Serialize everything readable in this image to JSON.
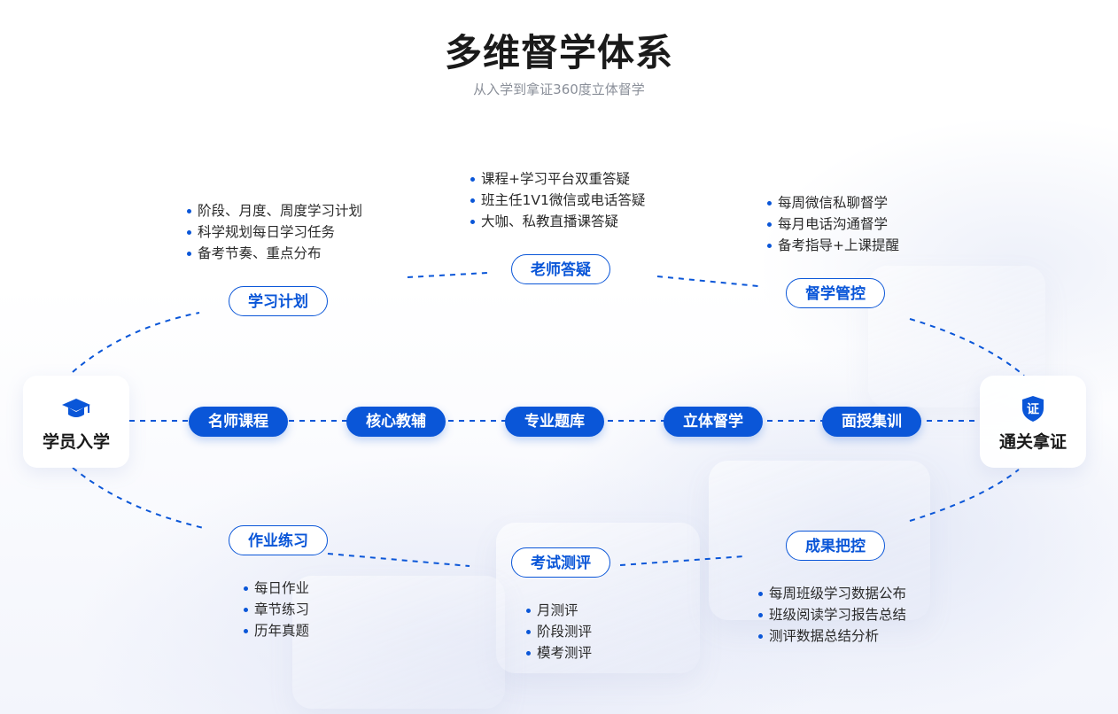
{
  "header": {
    "title": "多维督学体系",
    "subtitle": "从入学到拿证360度立体督学"
  },
  "start_node": {
    "label": "学员入学",
    "icon": "graduation-cap-icon"
  },
  "end_node": {
    "label": "通关拿证",
    "icon": "certificate-shield-icon",
    "icon_text": "证"
  },
  "core_steps": [
    "名师课程",
    "核心教辅",
    "专业题库",
    "立体督学",
    "面授集训"
  ],
  "top_branches": [
    {
      "label": "学习计划",
      "items": [
        "阶段、月度、周度学习计划",
        "科学规划每日学习任务",
        "备考节奏、重点分布"
      ]
    },
    {
      "label": "老师答疑",
      "items": [
        "课程+学习平台双重答疑",
        "班主任1V1微信或电话答疑",
        "大咖、私教直播课答疑"
      ]
    },
    {
      "label": "督学管控",
      "items": [
        "每周微信私聊督学",
        "每月电话沟通督学",
        "备考指导+上课提醒"
      ]
    }
  ],
  "bottom_branches": [
    {
      "label": "作业练习",
      "items": [
        "每日作业",
        "章节练习",
        "历年真题"
      ]
    },
    {
      "label": "考试测评",
      "items": [
        "月测评",
        "阶段测评",
        "模考测评"
      ]
    },
    {
      "label": "成果把控",
      "items": [
        "每周班级学习数据公布",
        "班级阅读学习报告总结",
        "测评数据总结分析"
      ]
    }
  ],
  "colors": {
    "accent": "#0a56d8",
    "title": "#1a1a1a",
    "subtitle": "#8a8f99"
  }
}
